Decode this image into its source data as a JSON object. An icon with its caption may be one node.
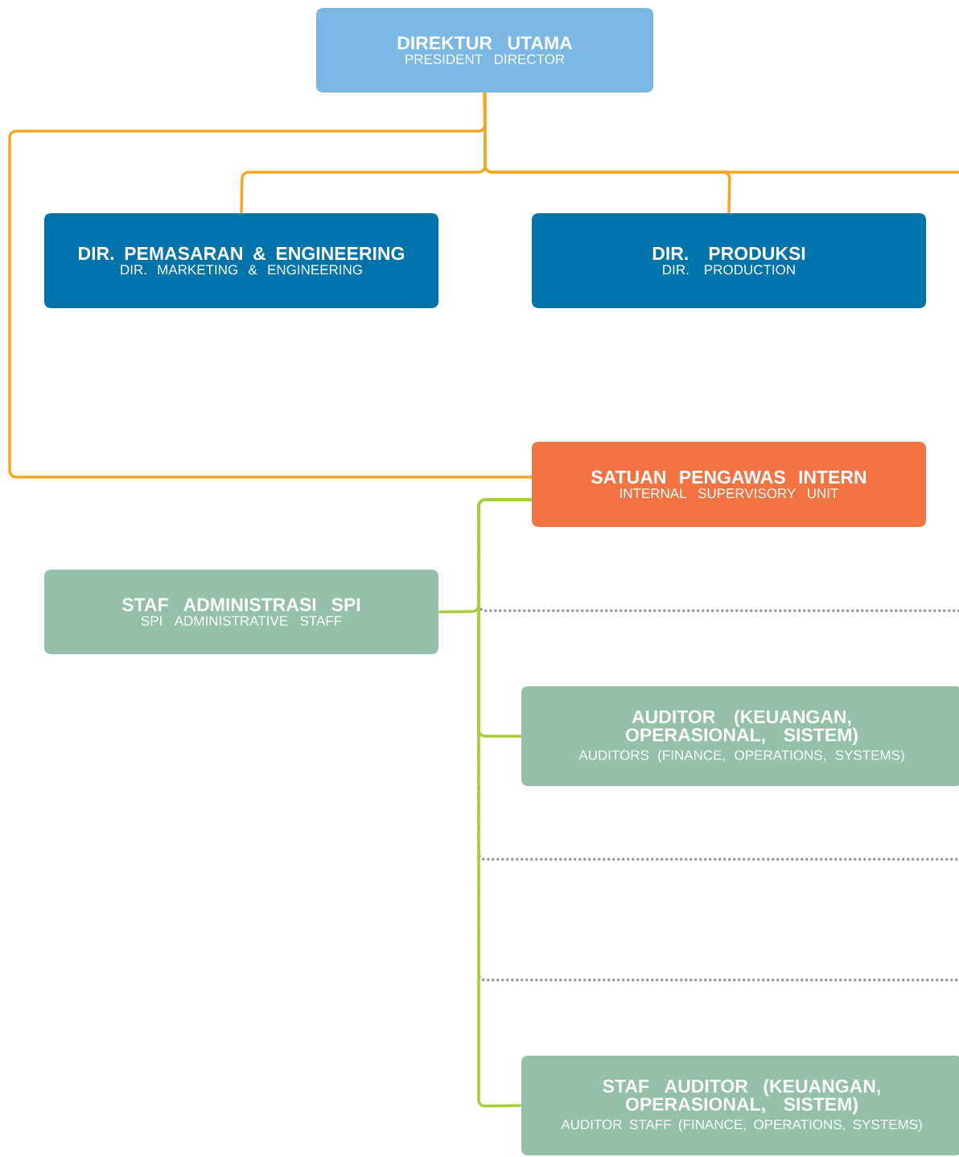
{
  "diagram": {
    "nodes": [
      {
        "text": [
          "DIREKTUR UTAMA",
          "PRESIDENT DIRECTOR"
        ]
      },
      {
        "text": [
          "DIR. PEMASARAN & ENGINEERING",
          "DIR. MARKETING & ENGINEERING"
        ]
      },
      {
        "text": [
          "DIR. PRODUKSI",
          "DIR. PRODUCTION"
        ]
      },
      {
        "text": [
          "SATUAN PENGAWAS INTERN",
          "INTERNAL SUPERVISORY UNIT"
        ]
      },
      {
        "text": [
          "STAF ADMINISTRASI SPI",
          "SPI ADMINISTRATIVE STAFF"
        ]
      },
      {
        "text": [
          "AUDITOR (KEUANGAN, OPERASIONAL, SISTEM)",
          "AUDITORS (FINANCE, OPERATIONS, SYSTEMS)"
        ]
      },
      {
        "text": [
          "STAF AUDITOR (KEUANGAN, OPERASIONAL, SISTEM)",
          "AUDITOR STAFF (FINANCE, OPERATIONS, SYSTEMS)"
        ]
      }
    ],
    "edges": [
      {
        "from": 0,
        "to": 1,
        "arrow": "none",
        "color": "#f5a623"
      },
      {
        "from": 0,
        "to": 2,
        "arrow": "none",
        "color": "#f5a623"
      },
      {
        "from": 0,
        "to": null,
        "arrow": "none",
        "color": "#f5a623"
      },
      {
        "from": 0,
        "to": 3,
        "arrow": "none",
        "color": "#f5a623"
      },
      {
        "from": 3,
        "to": null,
        "arrow": "none",
        "style": "dashed",
        "color": "#8c8c94"
      },
      {
        "from": 3,
        "to": null,
        "arrow": "none",
        "style": "dashed",
        "color": "#8c8c94"
      },
      {
        "from": 3,
        "to": null,
        "arrow": "none",
        "style": "dashed",
        "color": "#8c8c94"
      },
      {
        "from": 3,
        "to": 4,
        "arrow": "none",
        "color": "#a6ce39"
      },
      {
        "from": 3,
        "to": 5,
        "arrow": "none",
        "color": "#a6ce39"
      },
      {
        "from": 3,
        "to": 6,
        "arrow": "none",
        "color": "#a6ce39"
      }
    ]
  }
}
